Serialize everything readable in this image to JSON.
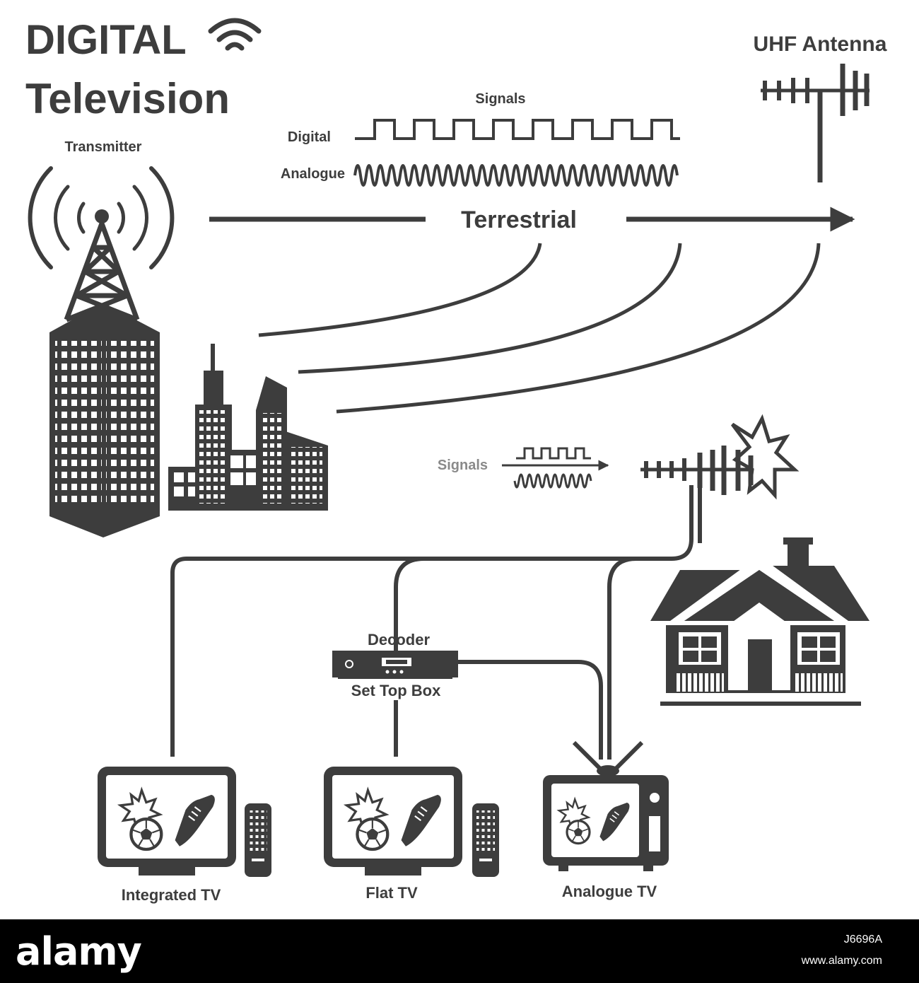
{
  "title": {
    "line1": "DIGITAL",
    "line2": "Television"
  },
  "labels": {
    "transmitter": "Transmitter",
    "uhf_antenna": "UHF Antenna",
    "signals_top": "Signals",
    "digital": "Digital",
    "analogue": "Analogue",
    "terrestrial": "Terrestrial",
    "signals_small": "Signals",
    "decoder": "Decoder",
    "set_top_box": "Set Top Box",
    "integrated_tv": "Integrated TV",
    "flat_tv": "Flat TV",
    "analogue_tv": "Analogue TV"
  },
  "footer": {
    "logo": "alamy",
    "image_id": "J6696A",
    "url": "www.alamy.com"
  },
  "colors": {
    "ink": "#3d3d3d",
    "footer_bg": "#000000",
    "footer_text": "#ffffff"
  },
  "icons": [
    "wifi-icon",
    "transmitter-tower-icon",
    "city-skyline-icon",
    "uhf-antenna-icon",
    "house-icon",
    "decoder-icon",
    "integrated-tv-icon",
    "flat-tv-icon",
    "analogue-tv-icon",
    "remote-control-icon"
  ]
}
